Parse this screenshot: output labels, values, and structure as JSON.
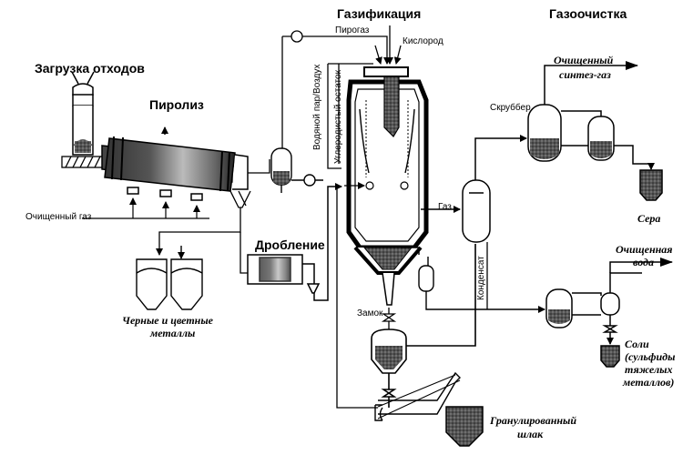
{
  "headers": {
    "gasification": "Газификация",
    "gas_cleaning": "Газоочистка",
    "waste_loading": "Загрузка отходов",
    "pyrolysis": "Пиролиз",
    "crushing": "Дробление"
  },
  "labels": {
    "pyrogas": "Пирогаз",
    "oxygen": "Кислород",
    "steam_air": "Водяной пар/Воздух",
    "carbon_residue": "Углеродистый остаток",
    "scrubber": "Скруббер",
    "purified_gas": "Очищенный газ",
    "gas": "Газ",
    "condensate": "Конденсат",
    "lock": "Замок"
  },
  "products": {
    "synthesis_gas_1": "Очищенный",
    "synthesis_gas_2": "синтез-газ",
    "sulfur": "Сера",
    "purified_water_1": "Очищенная",
    "purified_water_2": "вода",
    "salts_1": "Соли",
    "salts_2": "(сульфиды",
    "salts_3": "тяжелых",
    "salts_4": "металлов)",
    "metals_1": "Черные и цветные",
    "metals_2": "металлы",
    "slag_1": "Гранулированный",
    "slag_2": "шлак"
  }
}
